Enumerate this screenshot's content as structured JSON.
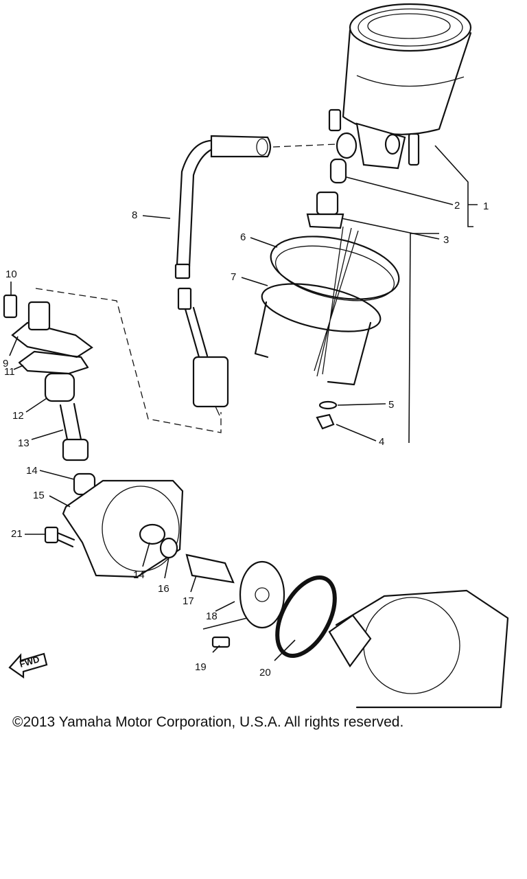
{
  "diagram": {
    "callouts": {
      "c1": "1",
      "c2": "2",
      "c3": "3",
      "c4": "4",
      "c5": "5",
      "c6": "6",
      "c7": "7",
      "c8": "8",
      "c9": "9",
      "c10": "10",
      "c11": "11",
      "c12": "12",
      "c13": "13",
      "c14a": "14",
      "c14b": "14",
      "c15": "15",
      "c16": "16",
      "c17": "17",
      "c18": "18",
      "c19": "19",
      "c20": "20",
      "c21": "21"
    },
    "fwd_label": "FWD"
  },
  "footer": {
    "copyright": "©2013 Yamaha Motor Corporation, U.S.A. All rights reserved."
  }
}
